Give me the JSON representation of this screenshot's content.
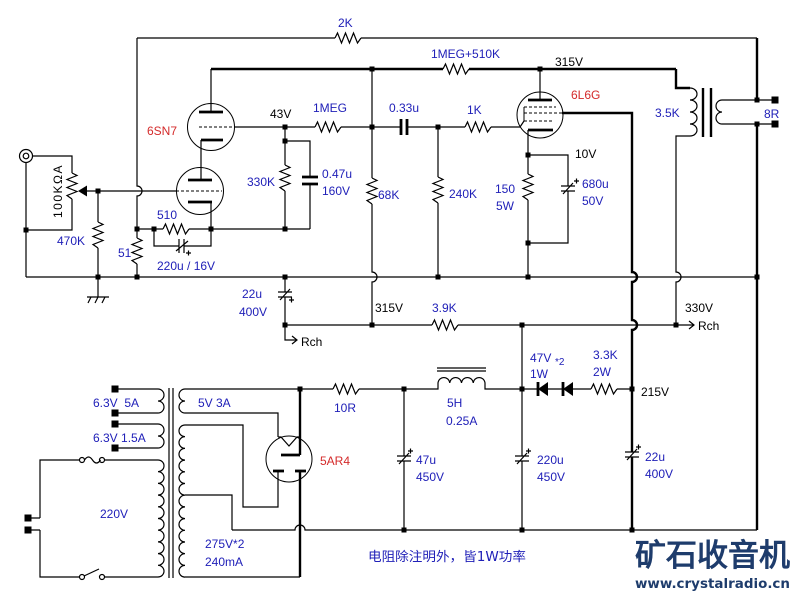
{
  "colors": {
    "label": "#2020b8",
    "tube": "#d42a2a",
    "voltage": "#000000",
    "brand": "#1e3c6c"
  },
  "tubes": {
    "driver": "6SN7",
    "output": "6L6G",
    "rectifier": "5AR4"
  },
  "amplifier": {
    "feedback_resistor": "2K",
    "input_pot": "100KΩA",
    "grid_resistor": "470K",
    "cathode_resistor_small": "51",
    "cathode_resistor": "510",
    "cathode_bypass_cap": "220u / 16V",
    "plate_load": "1MEG+510K",
    "series_resistor": "1MEG",
    "bias_resistor": "330K",
    "bias_cap": {
      "value": "0.47u",
      "voltage": "160V"
    },
    "divider_resistor": "68K",
    "coupling_cap": "0.33u",
    "grid_leak": "240K",
    "grid_stopper": "1K",
    "output_cathode_resistor": {
      "value": "150",
      "power": "5W"
    },
    "output_cathode_cap": {
      "value": "680u",
      "voltage": "50V"
    },
    "output_transformer_primary": "3.5K",
    "speaker_impedance": "8R"
  },
  "voltages": {
    "driver_node": "43V",
    "b_plus_plate": "315V",
    "output_cathode": "10V",
    "b_plus_driver": "315V",
    "b_plus_transformer": "330V",
    "screen_supply": "215V"
  },
  "power_supply": {
    "right_channel": "Rch",
    "decoupling_cap": {
      "value": "22u",
      "voltage": "400V"
    },
    "dropping_resistor": "3.9K",
    "surge_resistor": "10R",
    "choke": {
      "inductance": "5H",
      "current": "0.25A"
    },
    "zener": {
      "voltage": "47V",
      "power": "1W",
      "count": "*2"
    },
    "screen_resistor": {
      "value": "3.3K",
      "power": "2W"
    },
    "reservoir_cap": {
      "value": "47u",
      "voltage": "450V"
    },
    "filter_cap": {
      "value": "220u",
      "voltage": "450V"
    },
    "screen_cap": {
      "value": "22u",
      "voltage": "400V"
    },
    "transformer": {
      "heater_1": "6.3V  5A",
      "heater_2": "6.3V 1.5A",
      "primary": "220V",
      "rectifier_heater": "5V 3A",
      "hv_secondary": "275V*2",
      "hv_current": "240mA"
    }
  },
  "note": "电阻除注明外，皆1W功率",
  "watermark": {
    "brand": "矿石收音机",
    "url": "www.crystalradio.cn"
  }
}
